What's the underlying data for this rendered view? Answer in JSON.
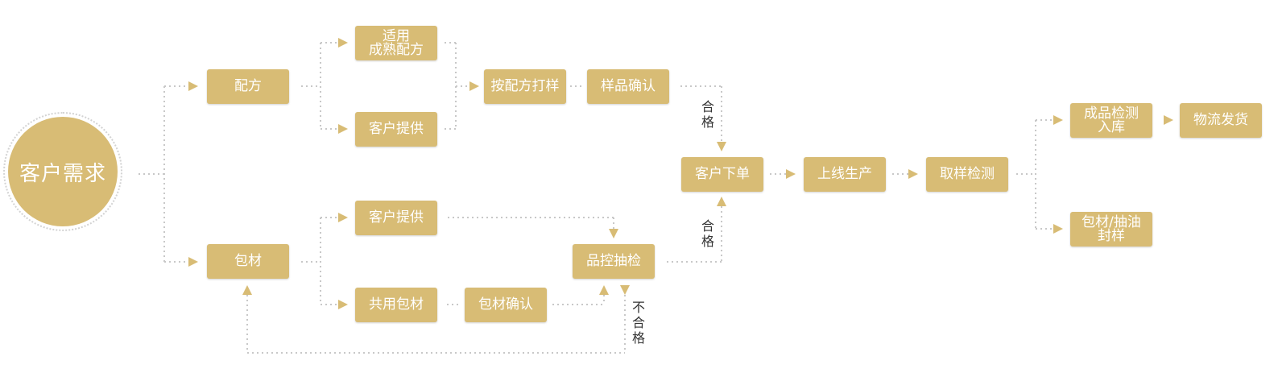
{
  "colors": {
    "box": "#d8bc75",
    "line": "#c8c8c8",
    "text_on_box": "#ffffff",
    "label": "#333333"
  },
  "nodes": {
    "customer_demand": "客户需求",
    "formula": "配方",
    "packaging": "包材",
    "mature_formula": [
      "适用",
      "成熟配方"
    ],
    "customer_provide_1": "客户提供",
    "customer_provide_2": "客户提供",
    "shared_packaging": "共用包材",
    "packaging_confirm": "包材确认",
    "sample_by_formula": "按配方打样",
    "sample_confirm": "样品确认",
    "qc_sampling": "品控抽检",
    "customer_order": "客户下单",
    "production": "上线生产",
    "sampling_test": "取样检测",
    "finished_test": [
      "成品检测",
      "入库"
    ],
    "logistics": "物流发货",
    "packaging_seal": [
      "包材/抽油",
      "封样"
    ]
  },
  "labels": {
    "pass_top": [
      "合",
      "格"
    ],
    "pass_bottom": [
      "合",
      "格"
    ],
    "fail": [
      "不",
      "合",
      "格"
    ]
  }
}
